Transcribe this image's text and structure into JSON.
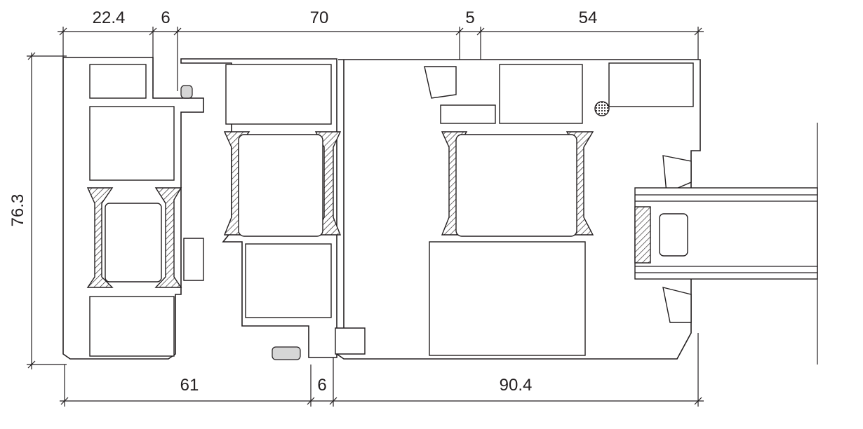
{
  "dimensions": {
    "top": [
      "22.4",
      "6",
      "70",
      "5",
      "54"
    ],
    "left": "76.3",
    "bottom": [
      "61",
      "6",
      "90.4"
    ]
  },
  "colors": {
    "line": "#231f20",
    "gasket": "#d6d6d6"
  }
}
